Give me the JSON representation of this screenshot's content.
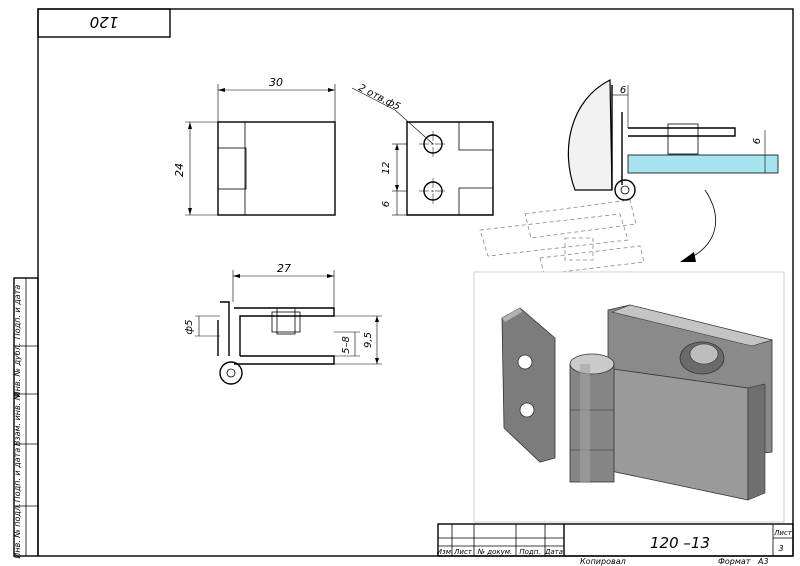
{
  "stamp": {
    "code": "120"
  },
  "side_column": [
    "Подп. и дата",
    "Инв. № дубл.",
    "Взам. инв. №",
    "Подп. и дата",
    "Инв. № подл."
  ],
  "dims": {
    "width_top": "30",
    "height_left": "24",
    "holes": "2 отв.ф5",
    "hole_spacing": "12",
    "hole_offset": "6",
    "width_bottom": "27",
    "pin_dia": "ф5",
    "range": "5–8",
    "height_side": "9,5",
    "glass_offset": "6",
    "glass_thickness": "6"
  },
  "title_block": {
    "designation": "120 –13",
    "sheet_label": "Лист",
    "sheet_num": "3",
    "headers": [
      "Изм.",
      "Лист",
      "№ докум.",
      "Подп.",
      "Дата"
    ],
    "copied": "Копировал",
    "format_label": "Формат",
    "format_value": "А3"
  }
}
